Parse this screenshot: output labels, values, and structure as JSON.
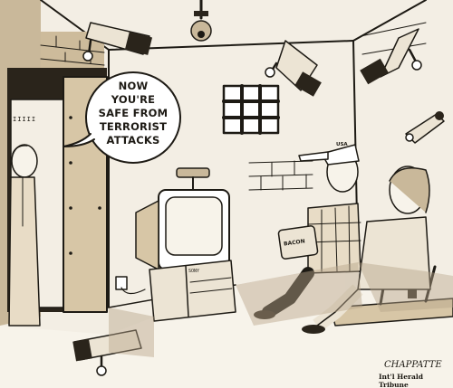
{
  "speech_bubble": {
    "text": "NOW YOU'RE\nSAFE FROM\nTERRORIST\nATTACKS"
  },
  "door_sign": {
    "text": "IIIII"
  },
  "cap_logo": {
    "text": "USA"
  },
  "snack_bag": {
    "text": "BACON"
  },
  "tv_brand": {
    "text": "SONY"
  },
  "credit": {
    "signature": "CHAPPATTE",
    "publication": "Int'l Herald Tribune"
  },
  "colors": {
    "paper": "#ffffff",
    "wall": "#f3eee4",
    "floor": "#f7f3ea",
    "ink": "#1d1a14",
    "sepia_shadow": "#b7a58a"
  }
}
